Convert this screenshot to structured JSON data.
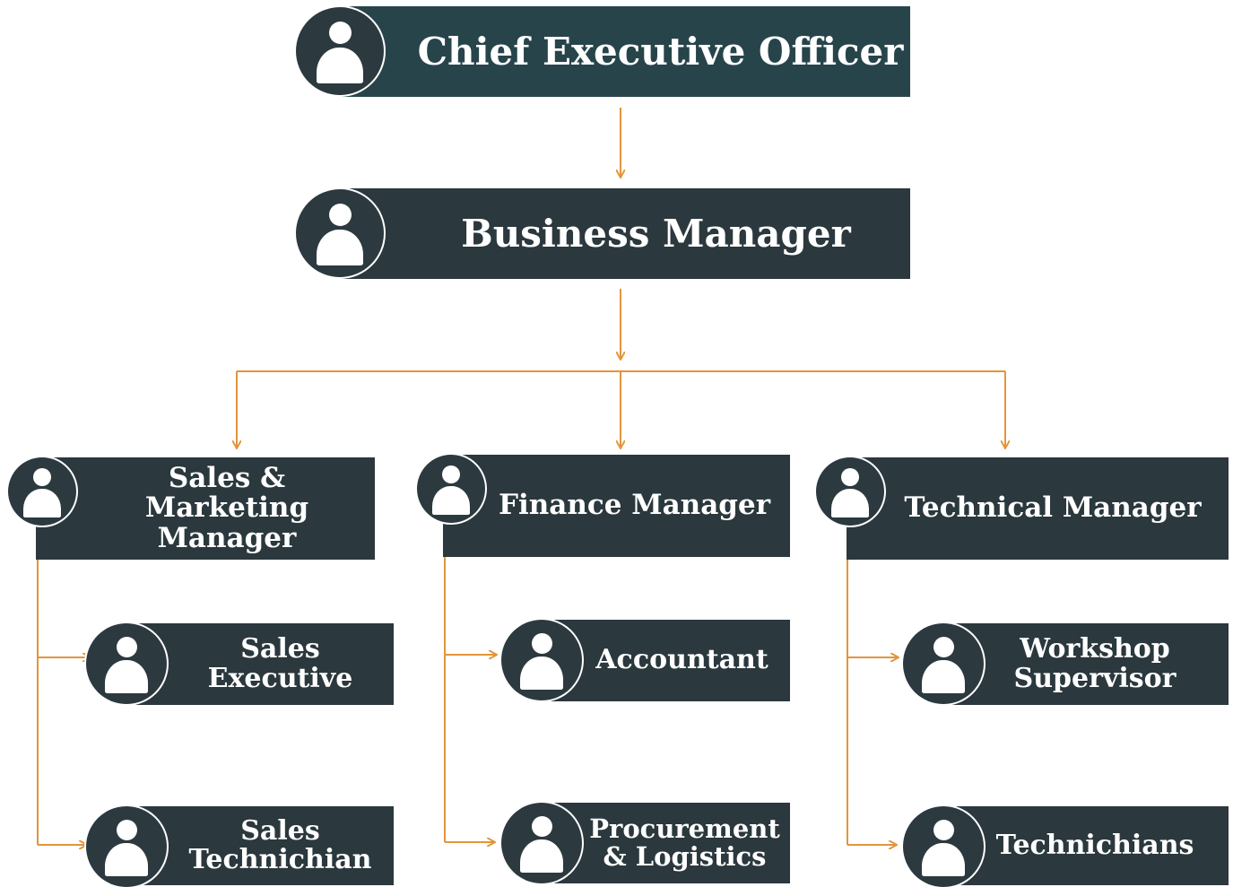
{
  "colors": {
    "box": "#2b383d",
    "box_top": "#27444b",
    "connector": "#e3953a",
    "text": "#ffffff"
  },
  "icon": "person-icon",
  "nodes": {
    "ceo": {
      "label": "Chief Executive Officer"
    },
    "business_manager": {
      "label": "Business Manager"
    },
    "sales_marketing_manager": {
      "label": "Sales & Marketing Manager"
    },
    "finance_manager": {
      "label": "Finance Manager"
    },
    "technical_manager": {
      "label": "Technical Manager"
    },
    "sales_executive": {
      "label": "Sales Executive"
    },
    "sales_technichian": {
      "label": "Sales Technichian"
    },
    "accountant": {
      "label": "Accountant"
    },
    "procurement_logistics": {
      "label": "Procurement & Logistics"
    },
    "workshop_supervisor": {
      "label": "Workshop Supervisor"
    },
    "technichians": {
      "label": "Technichians"
    }
  },
  "edges": [
    {
      "from": "ceo",
      "to": "business_manager"
    },
    {
      "from": "business_manager",
      "to": "sales_marketing_manager"
    },
    {
      "from": "business_manager",
      "to": "finance_manager"
    },
    {
      "from": "business_manager",
      "to": "technical_manager"
    },
    {
      "from": "sales_marketing_manager",
      "to": "sales_executive"
    },
    {
      "from": "sales_marketing_manager",
      "to": "sales_technichian"
    },
    {
      "from": "finance_manager",
      "to": "accountant"
    },
    {
      "from": "finance_manager",
      "to": "procurement_logistics"
    },
    {
      "from": "technical_manager",
      "to": "workshop_supervisor"
    },
    {
      "from": "technical_manager",
      "to": "technichians"
    }
  ]
}
